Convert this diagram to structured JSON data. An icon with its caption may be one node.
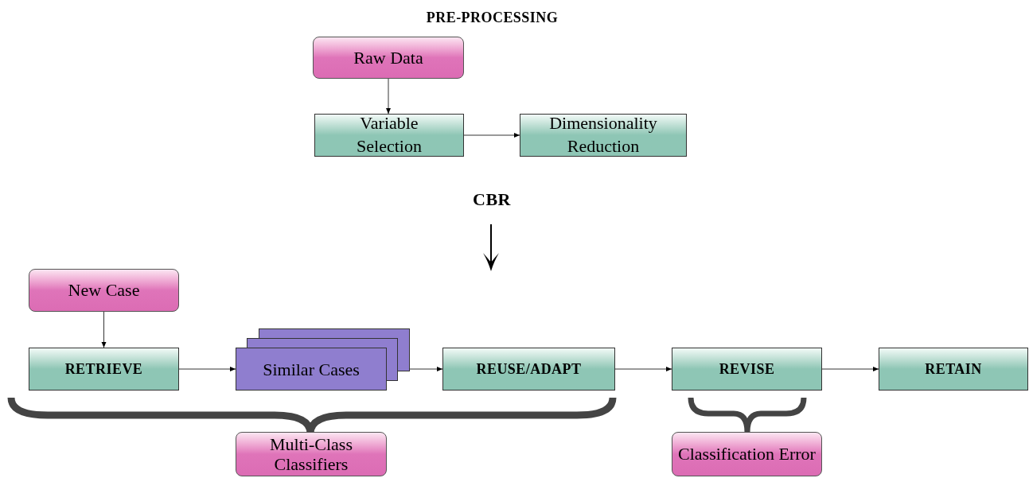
{
  "diagram": {
    "title": "PRE-PROCESSING",
    "nodes": [
      {
        "text": [
          "Raw Data"
        ]
      },
      {
        "text": [
          "Variable Selection"
        ]
      },
      {
        "text": [
          "Dimensionality Reduction"
        ]
      },
      {
        "text": [
          "New Case"
        ]
      },
      {
        "text": [
          "RETRIEVE"
        ]
      },
      {
        "text": [
          "Similar Cases"
        ]
      },
      {
        "text": [
          "REUSE/ADAPT"
        ]
      },
      {
        "text": [
          "REVISE"
        ]
      },
      {
        "text": [
          "RETAIN"
        ]
      },
      {
        "text": [
          "Multi-Class Classifiers"
        ]
      },
      {
        "text": [
          "Classification Error"
        ]
      }
    ],
    "edges": [
      {
        "from": 0,
        "to": 1,
        "arrow": "to"
      },
      {
        "from": 1,
        "to": 2,
        "arrow": "to"
      },
      {
        "from": 3,
        "to": 4,
        "arrow": "to"
      },
      {
        "from": 4,
        "to": 5,
        "arrow": "to"
      },
      {
        "from": 5,
        "to": 6,
        "arrow": "to"
      },
      {
        "from": 6,
        "to": 7,
        "arrow": "to"
      },
      {
        "from": 7,
        "to": 8,
        "arrow": "to"
      }
    ],
    "labels": [
      "CBR"
    ]
  }
}
